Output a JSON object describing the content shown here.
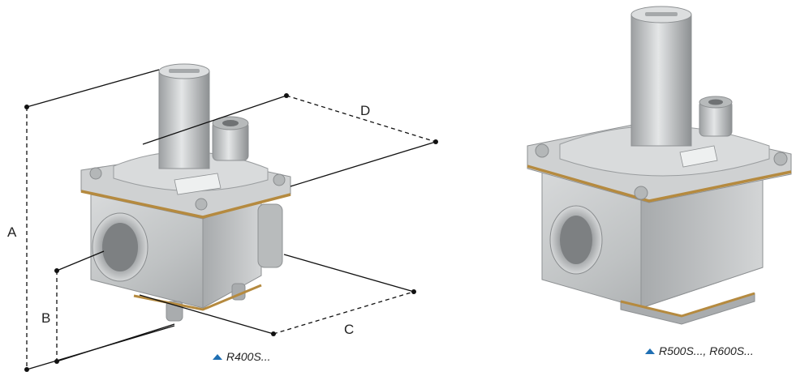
{
  "dimensions": {
    "a": "A",
    "b": "B",
    "c": "C",
    "d": "D"
  },
  "captions": {
    "left_model": "R400S...",
    "right_model": "R500S..., R600S..."
  },
  "colors": {
    "caption_marker": "#1f6fb3",
    "body_metal": "#c9cbcc",
    "gasket": "#b58a3f"
  },
  "icons": {
    "caption_marker": "triangle-up-icon"
  }
}
